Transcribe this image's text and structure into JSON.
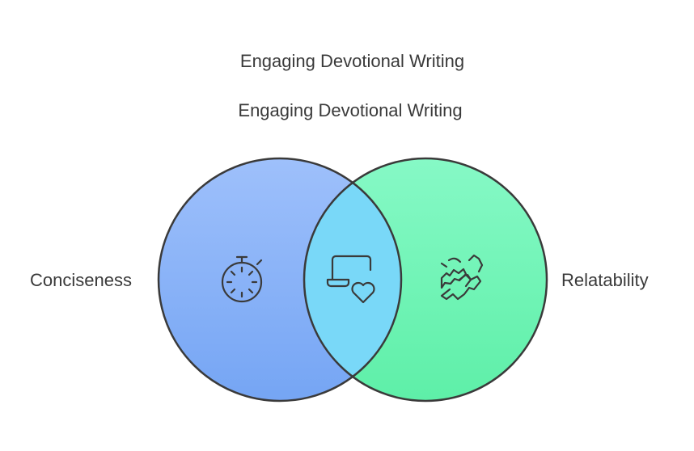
{
  "diagram": {
    "title": "Engaging Devotional Writing",
    "intersection_label": "Engaging Devotional Writing",
    "sets": [
      {
        "label": "Conciseness",
        "icon": "stopwatch-icon",
        "color": "#8fb4f7"
      },
      {
        "label": "Relatability",
        "icon": "helping-hands-icon",
        "color": "#7ff5c0"
      }
    ],
    "intersection_icon": "laptop-heart-icon",
    "intersection_color": "#78d9f5",
    "outline_color": "#3a3a3a"
  }
}
